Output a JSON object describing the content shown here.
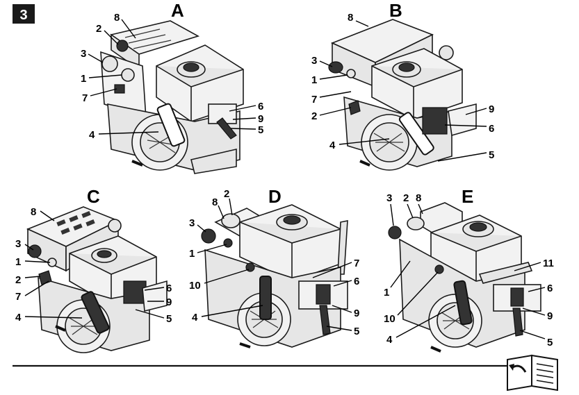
{
  "figure_number": "3",
  "panels": [
    {
      "id": "A",
      "callouts": [
        "8",
        "2",
        "3",
        "1",
        "7",
        "6",
        "9",
        "5",
        "4"
      ]
    },
    {
      "id": "B",
      "callouts": [
        "8",
        "3",
        "1",
        "7",
        "2",
        "9",
        "6",
        "4",
        "5"
      ]
    },
    {
      "id": "C",
      "callouts": [
        "8",
        "3",
        "1",
        "2",
        "7",
        "6",
        "9",
        "4",
        "5"
      ]
    },
    {
      "id": "D",
      "callouts": [
        "8",
        "2",
        "3",
        "1",
        "10",
        "7",
        "6",
        "4",
        "9",
        "5"
      ]
    },
    {
      "id": "E",
      "callouts": [
        "3",
        "2",
        "8",
        "11",
        "6",
        "1",
        "10",
        "4",
        "9",
        "5"
      ]
    }
  ],
  "icons": {
    "page_turn": "page-turn-icon"
  }
}
